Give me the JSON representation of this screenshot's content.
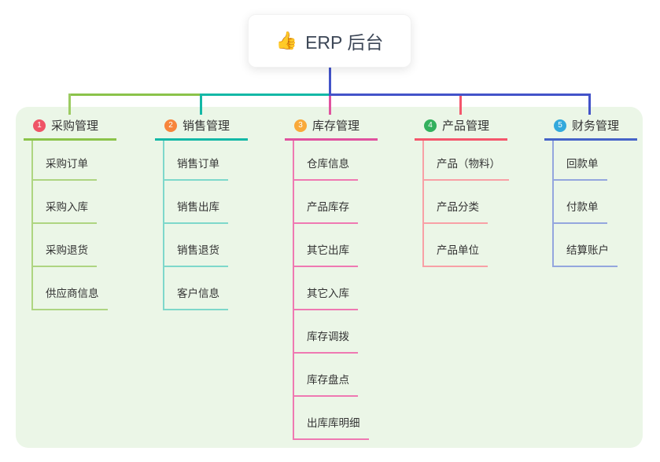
{
  "root": {
    "icon": "👍",
    "label": "ERP 后台"
  },
  "branches": [
    {
      "badge": "1",
      "label": "采购管理",
      "accent": "#8BC34A",
      "child_accent": "#AED581",
      "badge_color": "#EF5466",
      "children": [
        "采购订单",
        "采购入库",
        "采购退货",
        "供应商信息"
      ]
    },
    {
      "badge": "2",
      "label": "销售管理",
      "accent": "#14B8A6",
      "child_accent": "#7ED8CB",
      "badge_color": "#F7853C",
      "children": [
        "销售订单",
        "销售出库",
        "销售退货",
        "客户信息"
      ]
    },
    {
      "badge": "3",
      "label": "库存管理",
      "accent": "#E0529F",
      "child_accent": "#EF79B2",
      "badge_color": "#F9A93A",
      "children": [
        "仓库信息",
        "产品库存",
        "其它出库",
        "其它入库",
        "库存调拨",
        "库存盘点",
        "出库库明细"
      ]
    },
    {
      "badge": "4",
      "label": "产品管理",
      "accent": "#F4566C",
      "child_accent": "#F8A0A6",
      "badge_color": "#33B05D",
      "children": [
        "产品（物料）",
        "产品分类",
        "产品单位"
      ]
    },
    {
      "badge": "5",
      "label": "财务管理",
      "accent": "#4663C8",
      "child_accent": "#94A6DE",
      "badge_color": "#33A9DC",
      "children": [
        "回款单",
        "付款单",
        "结算账户"
      ]
    }
  ],
  "connectors": {
    "root_line": "#4353C9",
    "bus_segments": [
      "#8BC34A",
      "#14B8A6",
      "#4353C9"
    ],
    "panel_background": "#EBF6E7"
  }
}
